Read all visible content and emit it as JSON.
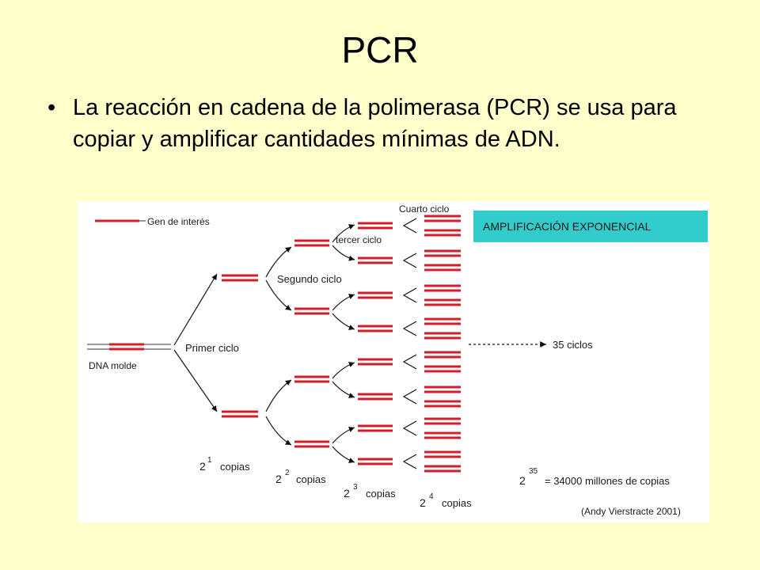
{
  "slide": {
    "title": "PCR",
    "bullet": "La reacción en cadena de la polimerasa (PCR) se usa para copiar y amplificar cantidades mínimas de ADN."
  },
  "diagram": {
    "legend_label": "Gen de interés",
    "banner": "AMPLIFICACIÓN EXPONENCIAL",
    "template_label": "DNA molde",
    "cycles": {
      "first": "Primer ciclo",
      "second": "Segundo ciclo",
      "third": "tercer ciclo",
      "fourth": "Cuarto ciclo"
    },
    "total_cycles": "35 ciclos",
    "copies": [
      {
        "base": "2",
        "exp": "1",
        "label": "copias"
      },
      {
        "base": "2",
        "exp": "2",
        "label": "copias"
      },
      {
        "base": "2",
        "exp": "3",
        "label": "copias"
      },
      {
        "base": "2",
        "exp": "4",
        "label": "copias"
      }
    ],
    "final_copies": {
      "base": "2",
      "exp": "35",
      "label": "= 34000 millones de copias"
    },
    "credit": "(Andy Vierstracte 2001)",
    "colors": {
      "gene": "#d01f2b",
      "strand": "#333333",
      "banner_bg": "#33cccc",
      "background": "#ffffcc"
    }
  }
}
